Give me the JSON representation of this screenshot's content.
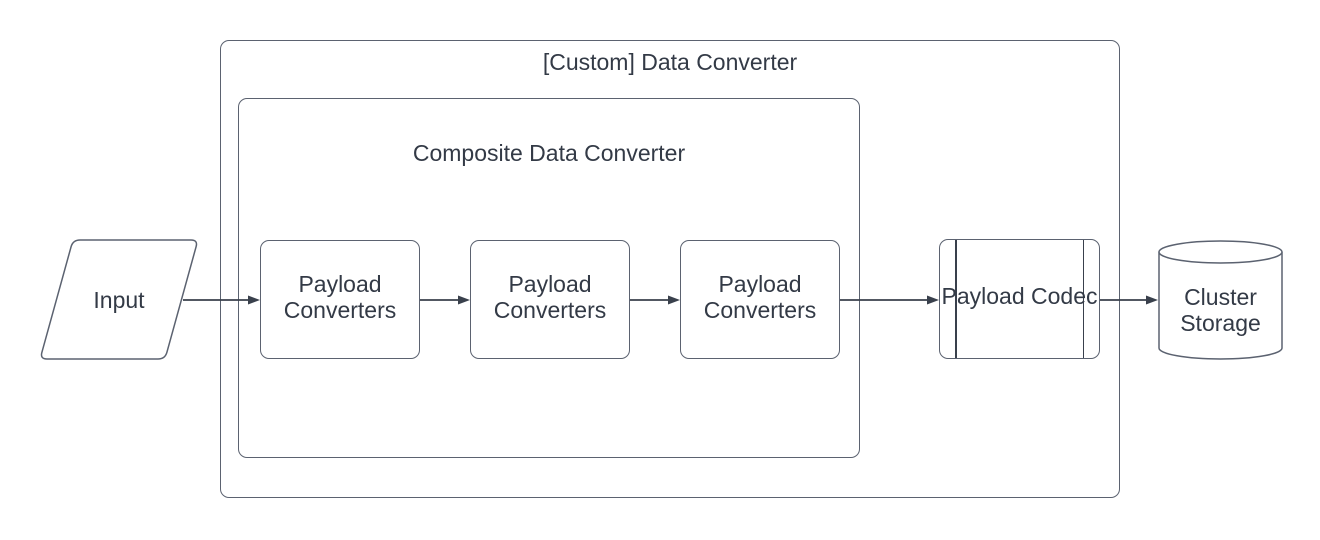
{
  "colors": {
    "background": "#ffffff",
    "container_stroke": "#5b6270",
    "node_stroke": "#5b6270",
    "arrow": "#39404c",
    "text": "#333a46"
  },
  "diagram": {
    "outer_container": {
      "label": "[Custom] Data Converter",
      "shape": "rounded-rectangle"
    },
    "inner_container": {
      "label": "Composite Data Converter",
      "shape": "rounded-rectangle"
    },
    "input_node": {
      "label": "Input",
      "shape": "parallelogram"
    },
    "payload_converter_nodes": [
      {
        "label": "Payload Converters",
        "shape": "rounded-rectangle"
      },
      {
        "label": "Payload Converters",
        "shape": "rounded-rectangle"
      },
      {
        "label": "Payload Converters",
        "shape": "rounded-rectangle"
      }
    ],
    "payload_codec_node": {
      "label": "Payload Codec",
      "shape": "predefined-process"
    },
    "cluster_storage_node": {
      "label": "Cluster Storage",
      "shape": "cylinder"
    },
    "connections": [
      {
        "from": "input",
        "to": "payload-converters-1"
      },
      {
        "from": "payload-converters-1",
        "to": "payload-converters-2"
      },
      {
        "from": "payload-converters-2",
        "to": "payload-converters-3"
      },
      {
        "from": "payload-converters-3",
        "to": "payload-codec"
      },
      {
        "from": "payload-codec",
        "to": "cluster-storage"
      }
    ]
  }
}
